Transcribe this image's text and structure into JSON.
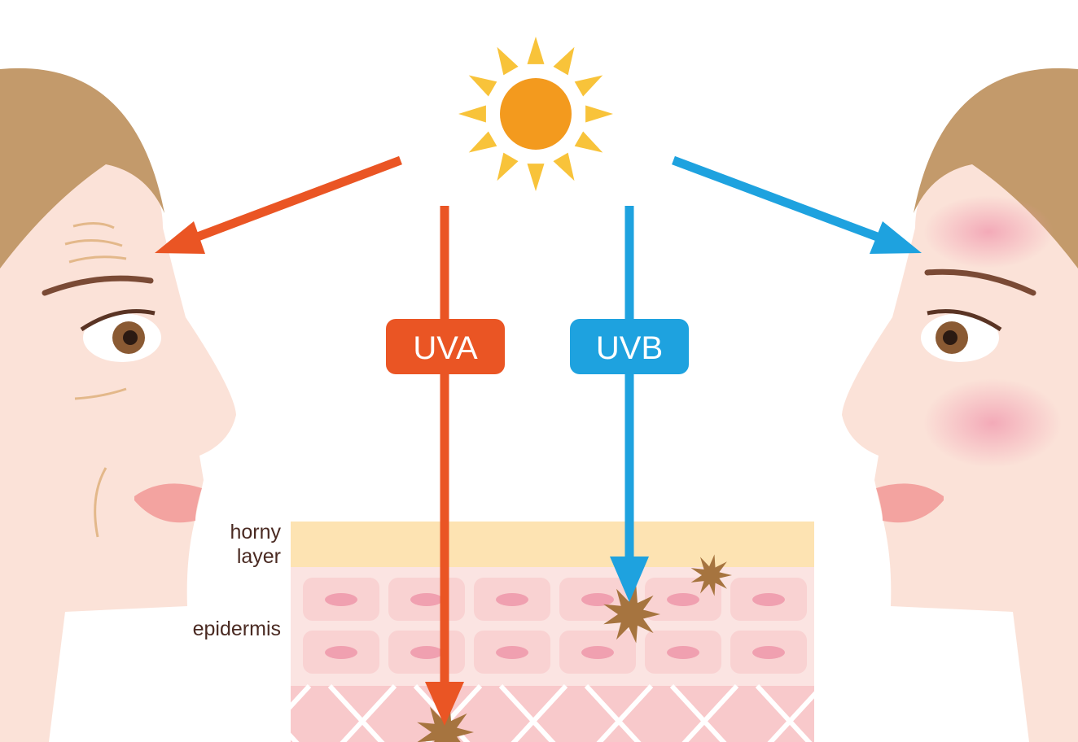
{
  "labels": {
    "horny_line1": "horny",
    "horny_line2": "layer",
    "epidermis": "epidermis",
    "uva": "UVA",
    "uvb": "UVB"
  },
  "colors": {
    "uva": "#ea5524",
    "uvb": "#1ea2df",
    "sun": "#f39a1e",
    "rays": "#f8c33a",
    "skin": "#fbe2d8",
    "hair": "#c39a6b",
    "horny": "#fde3b2",
    "epidermis": "#fbdcdc",
    "dermis": "#f8c9cb",
    "melanin": "#a6743f"
  }
}
